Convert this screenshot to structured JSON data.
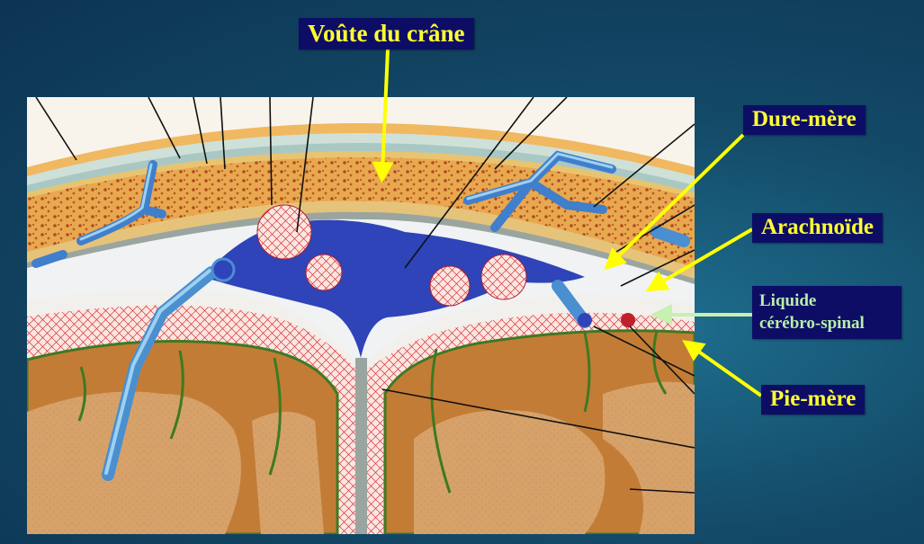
{
  "labels": {
    "skull_vault": "Voûte du crâne",
    "dura_mater": "Dure-mère",
    "arachnoid": "Arachnoïde",
    "csf_line1": "Liquide",
    "csf_line2": "cérébro-spinal",
    "pia_mater": "Pie-mère"
  },
  "colors": {
    "background": "#134a68",
    "label_box": "#0d0d66",
    "label_text": "#ffff33",
    "csf_label_text": "#b8f0a8",
    "arrow_yellow": "#ffff00",
    "arrow_green": "#c8f0b0",
    "blood_vessel": "#4a8fd0",
    "sinus": "#2a3fb0",
    "brain_cortex": "#c98640",
    "bone": "#e8b060",
    "pia_vessels": "#c0202a",
    "pia_green": "#4a8a2a"
  }
}
